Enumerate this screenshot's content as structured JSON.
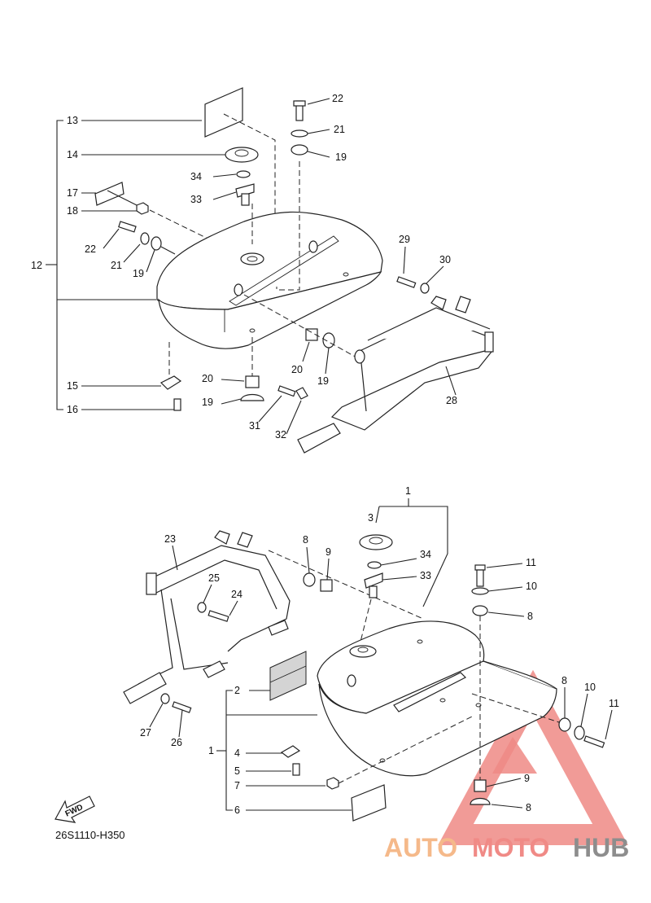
{
  "diagram": {
    "top_labels": [
      {
        "id": "12",
        "text": "12"
      },
      {
        "id": "13",
        "text": "13"
      },
      {
        "id": "14",
        "text": "14"
      },
      {
        "id": "17",
        "text": "17"
      },
      {
        "id": "18",
        "text": "18"
      },
      {
        "id": "15",
        "text": "15"
      },
      {
        "id": "16",
        "text": "16"
      },
      {
        "id": "22a",
        "text": "22"
      },
      {
        "id": "21a",
        "text": "21"
      },
      {
        "id": "19a",
        "text": "19"
      },
      {
        "id": "34a",
        "text": "34"
      },
      {
        "id": "33a",
        "text": "33"
      },
      {
        "id": "22b",
        "text": "22"
      },
      {
        "id": "21b",
        "text": "21"
      },
      {
        "id": "19b",
        "text": "19"
      },
      {
        "id": "29",
        "text": "29"
      },
      {
        "id": "30",
        "text": "30"
      },
      {
        "id": "28",
        "text": "28"
      },
      {
        "id": "20a",
        "text": "20"
      },
      {
        "id": "19c",
        "text": "19"
      },
      {
        "id": "20b",
        "text": "20"
      },
      {
        "id": "19d",
        "text": "19"
      },
      {
        "id": "31",
        "text": "31"
      },
      {
        "id": "32",
        "text": "32"
      }
    ],
    "bottom_labels": [
      {
        "id": "1a",
        "text": "1"
      },
      {
        "id": "3",
        "text": "3"
      },
      {
        "id": "23",
        "text": "23"
      },
      {
        "id": "8a",
        "text": "8"
      },
      {
        "id": "9a",
        "text": "9"
      },
      {
        "id": "34b",
        "text": "34"
      },
      {
        "id": "33b",
        "text": "33"
      },
      {
        "id": "11a",
        "text": "11"
      },
      {
        "id": "10a",
        "text": "10"
      },
      {
        "id": "8b",
        "text": "8"
      },
      {
        "id": "25",
        "text": "25"
      },
      {
        "id": "24",
        "text": "24"
      },
      {
        "id": "2",
        "text": "2"
      },
      {
        "id": "1b",
        "text": "1"
      },
      {
        "id": "4",
        "text": "4"
      },
      {
        "id": "5",
        "text": "5"
      },
      {
        "id": "7",
        "text": "7"
      },
      {
        "id": "6",
        "text": "6"
      },
      {
        "id": "27",
        "text": "27"
      },
      {
        "id": "26",
        "text": "26"
      },
      {
        "id": "8c",
        "text": "8"
      },
      {
        "id": "10b",
        "text": "10"
      },
      {
        "id": "11b",
        "text": "11"
      },
      {
        "id": "9b",
        "text": "9"
      },
      {
        "id": "8d",
        "text": "8"
      }
    ],
    "fwd_label": "FWD",
    "drawing_code": "26S1110-H350"
  },
  "watermark": {
    "part1": "AUTO",
    "part2": "MOTO",
    "part3": "HUB",
    "colors": {
      "auto": "#f5b98a",
      "moto": "#f08a86",
      "hub": "#8d8d8d",
      "triangle": "#ef8a85"
    }
  }
}
